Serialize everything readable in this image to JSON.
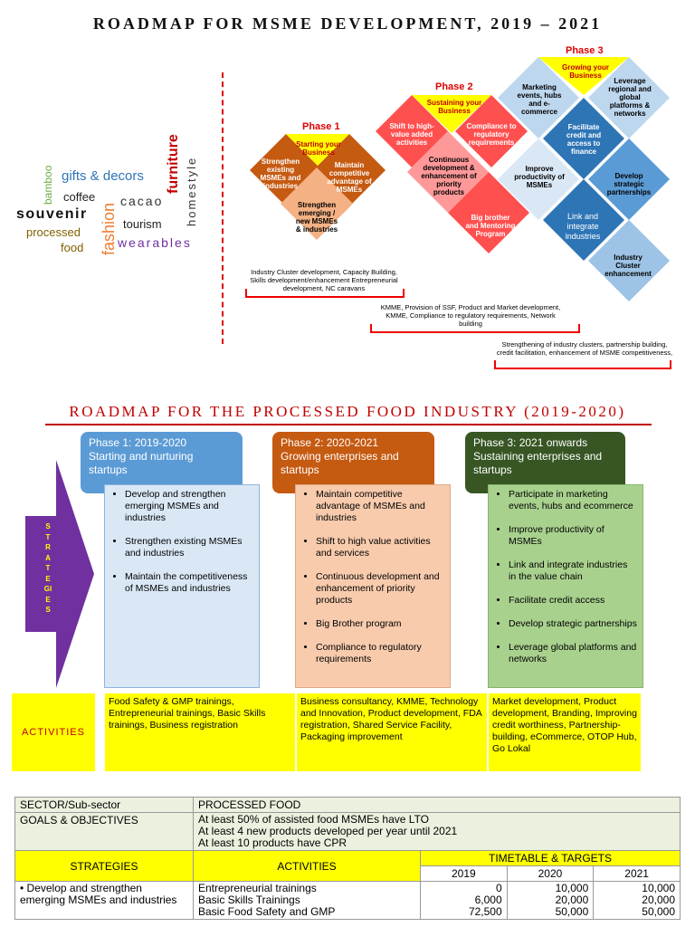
{
  "title_msme": "ROADMAP FOR MSME DEVELOPMENT, 2019 – 2021",
  "word_cloud": {
    "gifts": "gifts & decors",
    "bamboo": "bamboo",
    "coffee": "coffee",
    "cacao": "cacao",
    "souvenir": "souvenir",
    "fashion": "fashion",
    "furniture": "furniture",
    "homestyle": "homestyle",
    "tourism": "tourism",
    "processed": "processed",
    "food": "food",
    "wearables": "wearables"
  },
  "diagram": {
    "phase1": {
      "label": "Phase 1",
      "banner": "Starting your Business",
      "d1": "Strengthen existing MSMEs and industries",
      "d2": "Maintain competitive advantage of MSMEs",
      "d3": "Strengthen emerging / new MSMEs & industries"
    },
    "phase2": {
      "label": "Phase 2",
      "banner": "Sustaining your Business",
      "d1": "Shift to high-value added activities",
      "d2": "Compliance to regulatory requirements",
      "d3": "Continuous development & enhancement of priority products",
      "d4": "Big brother and Mentoring Program"
    },
    "phase3": {
      "label": "Phase 3",
      "banner": "Growing your Business",
      "d1": "Marketing events, hubs and e-commerce",
      "d2": "Leverage regional and global platforms & networks",
      "d3": "Facilitate credit and access to finance",
      "d4": "Improve productivity of MSMEs",
      "d5": "Develop strategic partnerships",
      "d6": "Link and integrate industries",
      "d7": "Industry Cluster enhancement"
    },
    "note1": "Industry Cluster development, Capacity Building, Skills development/enhancement Entrepreneurial development, NC caravans",
    "note2": "KMME, Provision of SSF, Product and Market development, KMME, Compliance to regulatory requirements, Network building",
    "note3": "Strengthening of industry clusters, partnership building, credit facilitation, enhancement of MSME competitiveness,"
  },
  "title_pf": "ROADMAP FOR THE PROCESSED FOOD INDUSTRY (2019-2020)",
  "strategies_label": "STRATEGIES",
  "activities_label": "ACTIVITIES",
  "phases": [
    {
      "header": "Phase 1:  2019-2020\nStarting and nurturing startups",
      "items": [
        "Develop and strengthen emerging MSMEs and industries",
        "Strengthen existing MSMEs and industries",
        "Maintain the competitiveness of MSMEs and industries"
      ],
      "activities": "Food Safety & GMP trainings, Entrepreneurial trainings, Basic Skills trainings, Business registration"
    },
    {
      "header": "Phase 2: 2020-2021\nGrowing enterprises and startups",
      "items": [
        "Maintain competitive advantage of MSMEs and industries",
        "Shift to high value activities and services",
        "Continuous development and enhancement of priority products",
        "Big Brother program",
        "Compliance to regulatory requirements"
      ],
      "activities": "Business consultancy, KMME, Technology and Innovation, Product development, FDA registration, Shared Service Facility, Packaging improvement"
    },
    {
      "header": "Phase 3: 2021 onwards\nSustaining enterprises and startups",
      "items": [
        "Participate in marketing events, hubs and ecommerce",
        "Improve productivity of MSMEs",
        "Link and integrate industries in the value chain",
        "Facilitate credit access",
        "Develop strategic partnerships",
        "Leverage global platforms and networks"
      ],
      "activities": "Market development, Product development, Branding, Improving credit worthiness, Partnership-building, eCommerce, OTOP Hub, Go Lokal"
    }
  ],
  "table": {
    "sector_label": "SECTOR/Sub-sector",
    "sector_value": "PROCESSED FOOD",
    "goals_label": "GOALS & OBJECTIVES",
    "goals": [
      "At least 50% of assisted food MSMEs have LTO",
      "At least 4 new products developed per year until 2021",
      "At least 10 products have CPR"
    ],
    "col_strategies": "STRATEGIES",
    "col_activities": "ACTIVITIES",
    "col_timetable": "TIMETABLE & TARGETS",
    "years": [
      "2019",
      "2020",
      "2021"
    ],
    "row1_strategy": "Develop and strengthen emerging MSMEs and industries",
    "row1_activities": [
      "Entrepreneurial trainings",
      "Basic Skills Trainings",
      "Basic Food Safety and GMP"
    ],
    "row1_targets": [
      [
        "0",
        "10,000",
        "10,000"
      ],
      [
        "6,000",
        "20,000",
        "20,000"
      ],
      [
        "72,500",
        "50,000",
        "50,000"
      ]
    ]
  },
  "colors": {
    "phase1": "#5b9bd5",
    "phase2": "#c55a11",
    "phase3": "#375623",
    "yellow": "#ffff00",
    "purple": "#7030a0"
  }
}
